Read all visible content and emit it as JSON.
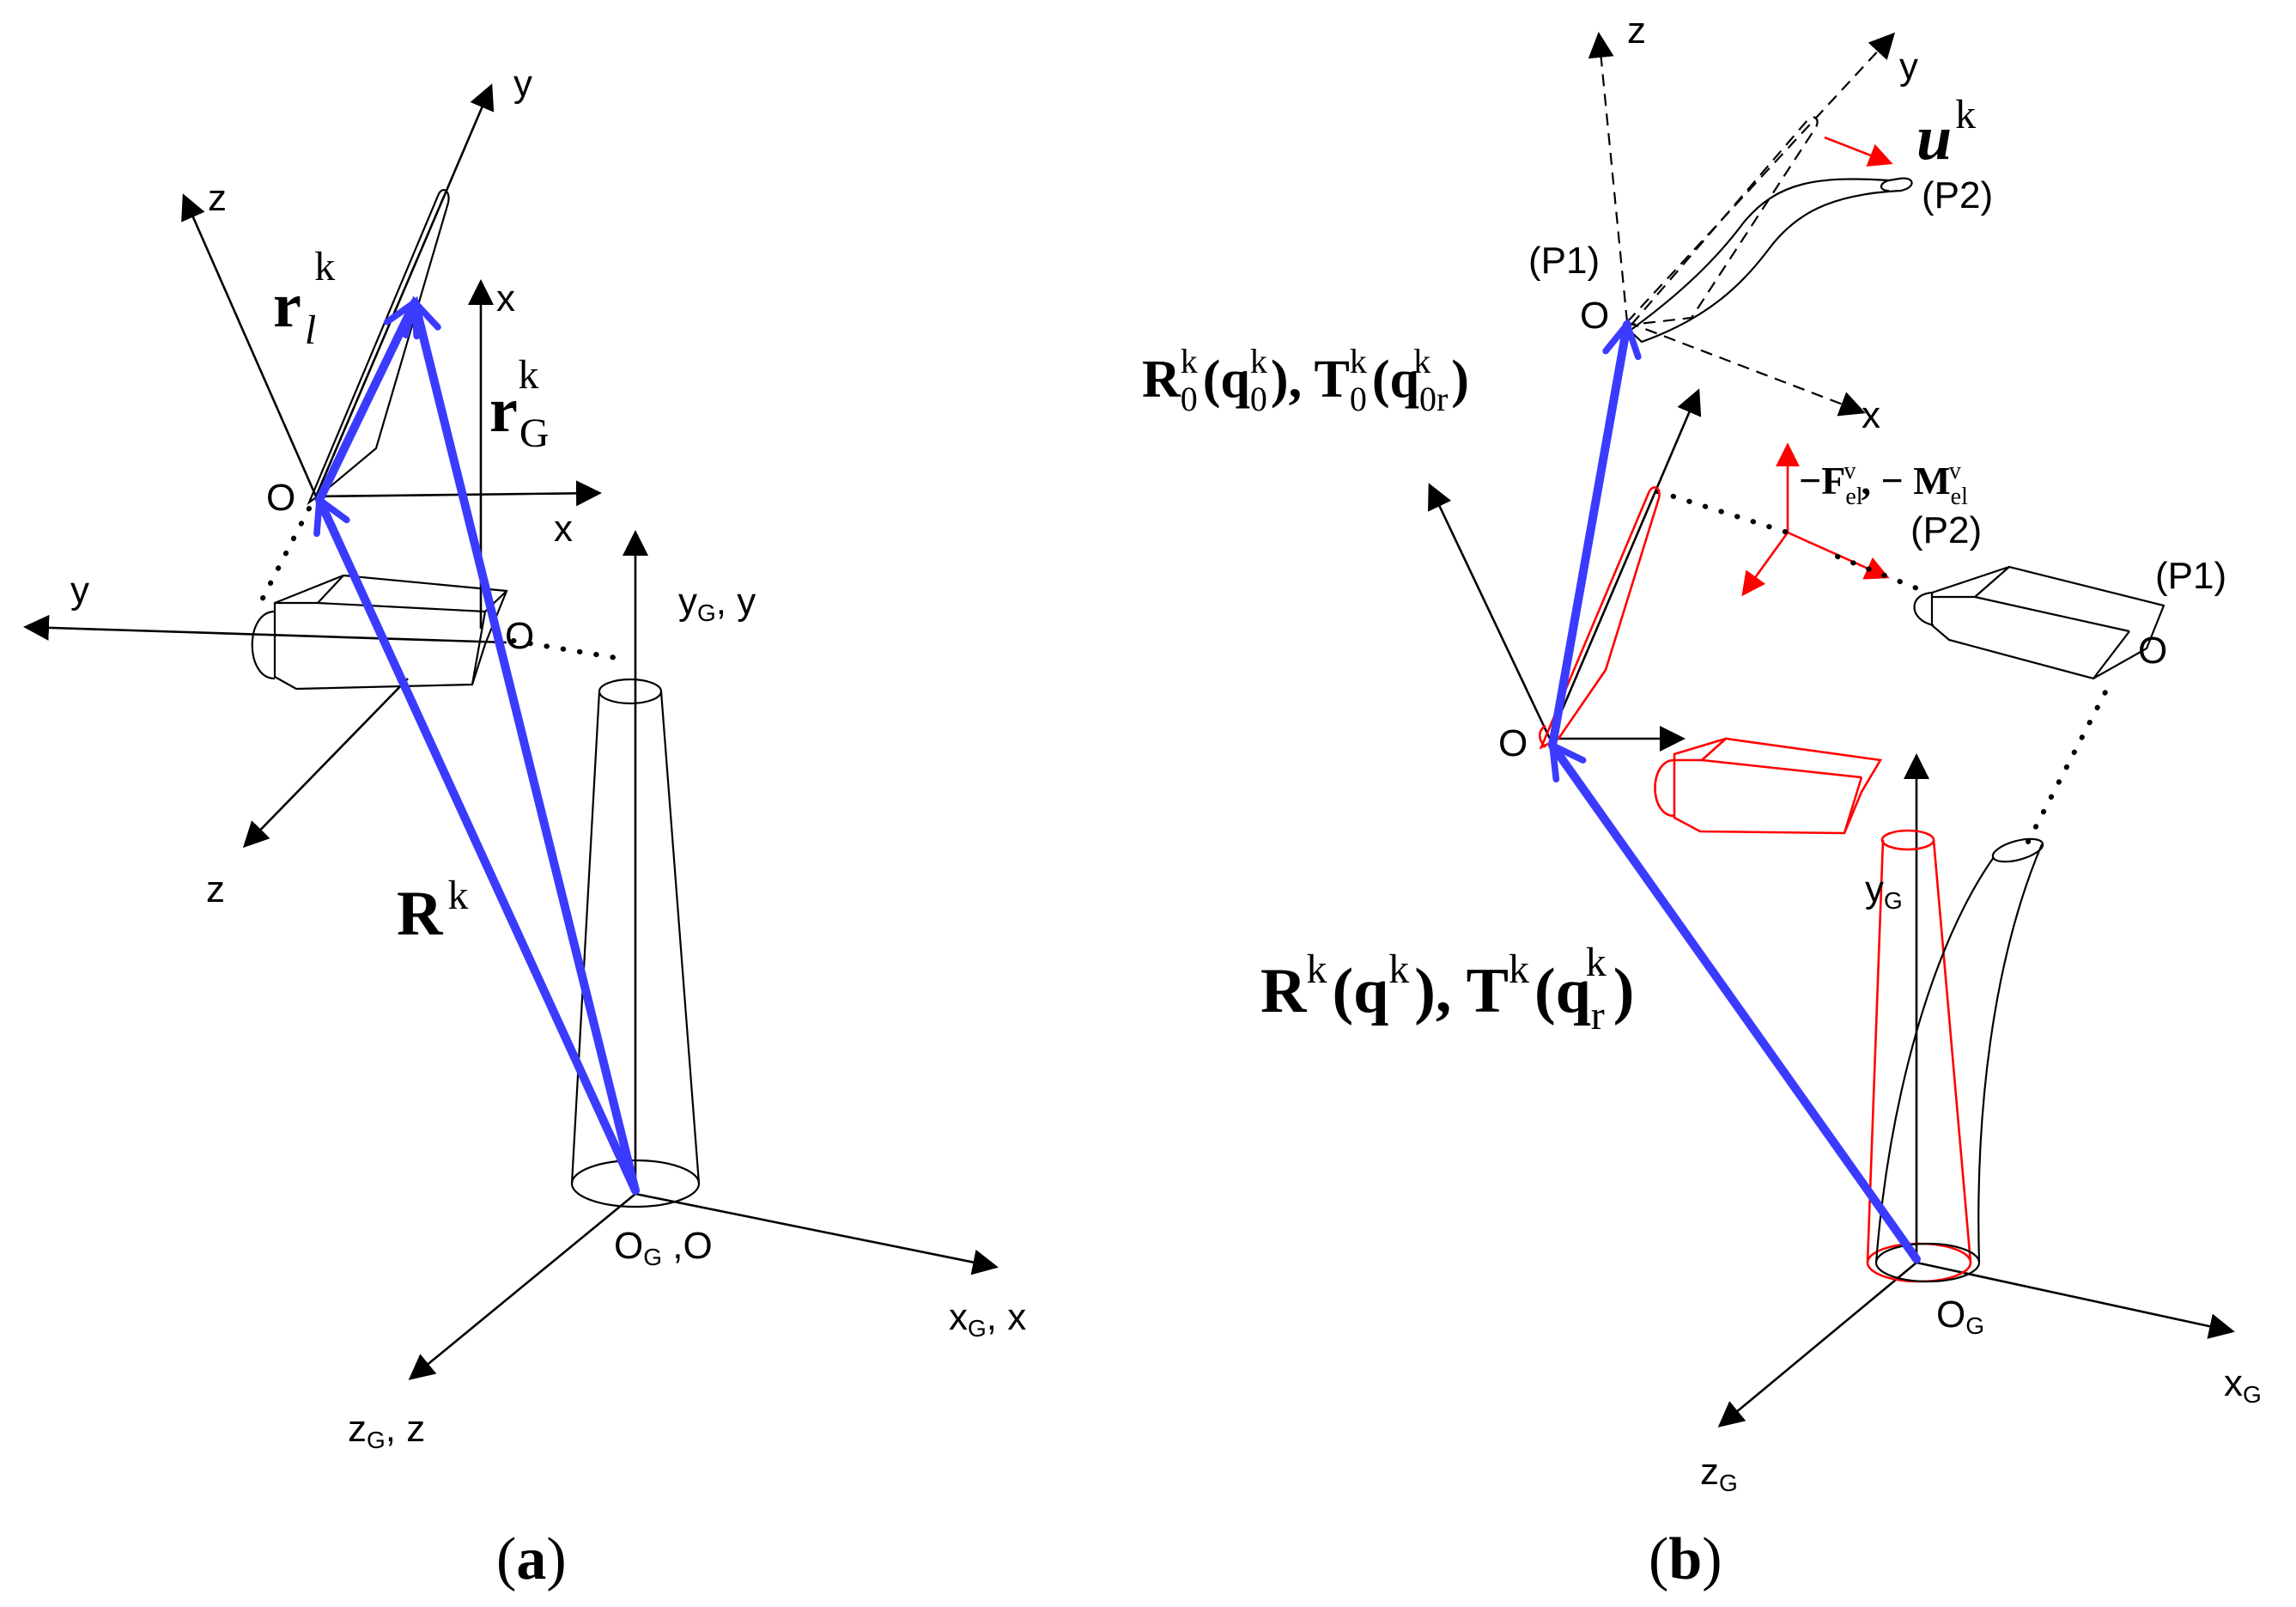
{
  "a": {
    "caption_open": "(",
    "caption_letter": "a",
    "caption_close": ")",
    "labels": {
      "y_top": "y",
      "z_top": "z",
      "x_mid": "x",
      "x_right": "x",
      "O_upper": "O",
      "O_mid": "O",
      "y_left": "y",
      "z_left": "z",
      "yG": "y",
      "yG_sub": "G",
      "yG_rest": ", y",
      "OG": "O",
      "OG_sub": "G",
      "OG_rest": " ,O",
      "xG": "x",
      "xG_sub": "G",
      "xG_rest": ", x",
      "zG": "z",
      "zG_sub": "G",
      "zG_rest": ", z",
      "rl_main": "r",
      "rl_sub": "l",
      "rl_sup": "k",
      "rG_main": "r",
      "rG_sub": "G",
      "rG_sup": "k",
      "R_main": "R",
      "R_sup": "k"
    }
  },
  "b": {
    "caption_open": "(",
    "caption_letter": "b",
    "caption_close": ")",
    "labels": {
      "z_top": "z",
      "y_top": "y",
      "x_dash": "x",
      "u_main": "u",
      "u_sup": "k",
      "P2_top": "(P2)",
      "P1_top": "(P1)",
      "O_top": "O",
      "eq1_R": "R",
      "eq1_R_sub": "0",
      "eq1_R_sup": "k",
      "eq1_q": "(q",
      "eq1_q_sub": "0",
      "eq1_q_sup": "k",
      "eq1_mid": "), T",
      "eq1_T_sub": "0",
      "eq1_T_sup": "k",
      "eq1_q2": "(q",
      "eq1_q2_sub": "0r",
      "eq1_q2_sup": "k",
      "eq1_end": ")",
      "force_minus": "−F",
      "force_sub": "el",
      "force_sup": "v",
      "moment_sep": ", − M",
      "moment_sub": "el",
      "moment_sup": "v",
      "P2_mid": "(P2)",
      "P1_right": "(P1)",
      "O_right": "O",
      "O_left": "O",
      "yG": "y",
      "yG_sub": "G",
      "OG": "O",
      "OG_sub": "G",
      "xG": "x",
      "xG_sub": "G",
      "zG": "z",
      "zG_sub": "G",
      "eq2_R": "R",
      "eq2_R_sup": "k",
      "eq2_q": "(q",
      "eq2_q_sup": "k",
      "eq2_mid": "), T",
      "eq2_T_sup": "k",
      "eq2_q2": "(q",
      "eq2_q2_sub": "r",
      "eq2_q2_sup": "k",
      "eq2_end": ")"
    }
  },
  "colors": {
    "vector": "#3b3bff",
    "highlight": "#ff0000",
    "ink": "#000000"
  }
}
